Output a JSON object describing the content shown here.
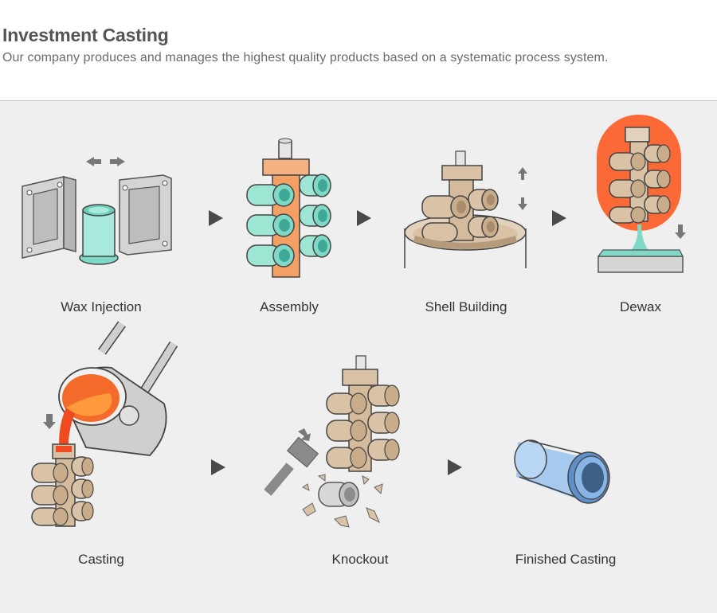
{
  "header": {
    "title": "Investment Casting",
    "subtitle": "Our company produces and manages the highest quality products based on a systematic process system."
  },
  "steps": [
    {
      "label": "Wax Injection",
      "icon": "wax-injection-icon"
    },
    {
      "label": "Assembly",
      "icon": "assembly-icon"
    },
    {
      "label": "Shell Building",
      "icon": "shell-building-icon"
    },
    {
      "label": "Dewax",
      "icon": "dewax-icon"
    },
    {
      "label": "Casting",
      "icon": "casting-icon"
    },
    {
      "label": "Knockout",
      "icon": "knockout-icon"
    },
    {
      "label": "Finished Casting",
      "icon": "finished-casting-icon"
    }
  ],
  "colors": {
    "wax": "#7fd9c6",
    "wax_core": "#3fa896",
    "pattern_orange": "#f4a064",
    "shell": "#d9c2a5",
    "shell_dark": "#b59a7b",
    "metal": "#f04a20",
    "dewax_bg": "#fb6a36",
    "finished_blue": "#9ec4ef",
    "mold_gray": "#c9c9c9",
    "arrow_gray": "#777777"
  }
}
